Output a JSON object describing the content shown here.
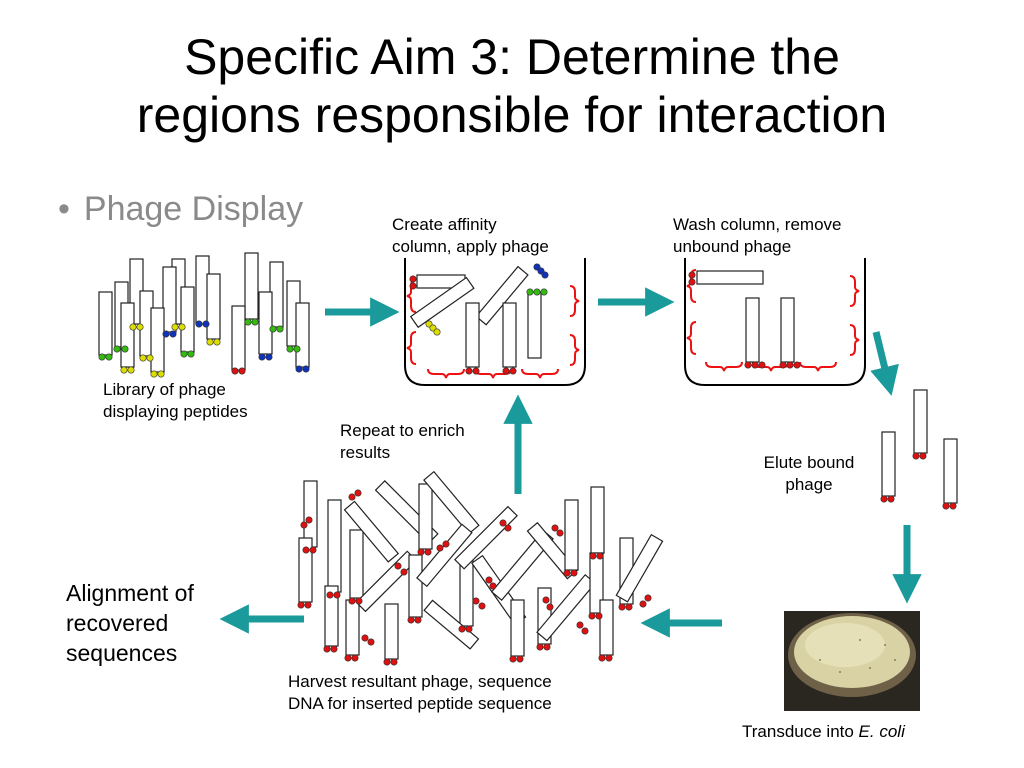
{
  "slide": {
    "title_line1": "Specific Aim 3: Determine the",
    "title_line2": "regions responsible for interaction",
    "bullet": "Phage Display"
  },
  "steps": {
    "library_1": "Library of phage",
    "library_2": "displaying peptides",
    "affinity_1": "Create affinity",
    "affinity_2": "column, apply phage",
    "wash_1": "Wash column, remove",
    "wash_2": "unbound phage",
    "elute_1": "Elute bound",
    "elute_2": "phage",
    "repeat_1": "Repeat to enrich",
    "repeat_2": "results",
    "harvest_1": "Harvest resultant phage, sequence",
    "harvest_2": "DNA for inserted peptide sequence",
    "transduce_prefix": "Transduce into ",
    "transduce_organism": "E. coli",
    "align_1": "Alignment of",
    "align_2": "recovered",
    "align_3": "sequences"
  },
  "colors": {
    "arrow": "#1a9a9a",
    "bracket": "#ee1111",
    "peptide_red": "#dd1111",
    "peptide_green": "#33bb11",
    "peptide_blue": "#1133bb",
    "peptide_yellow": "#dddd00"
  }
}
